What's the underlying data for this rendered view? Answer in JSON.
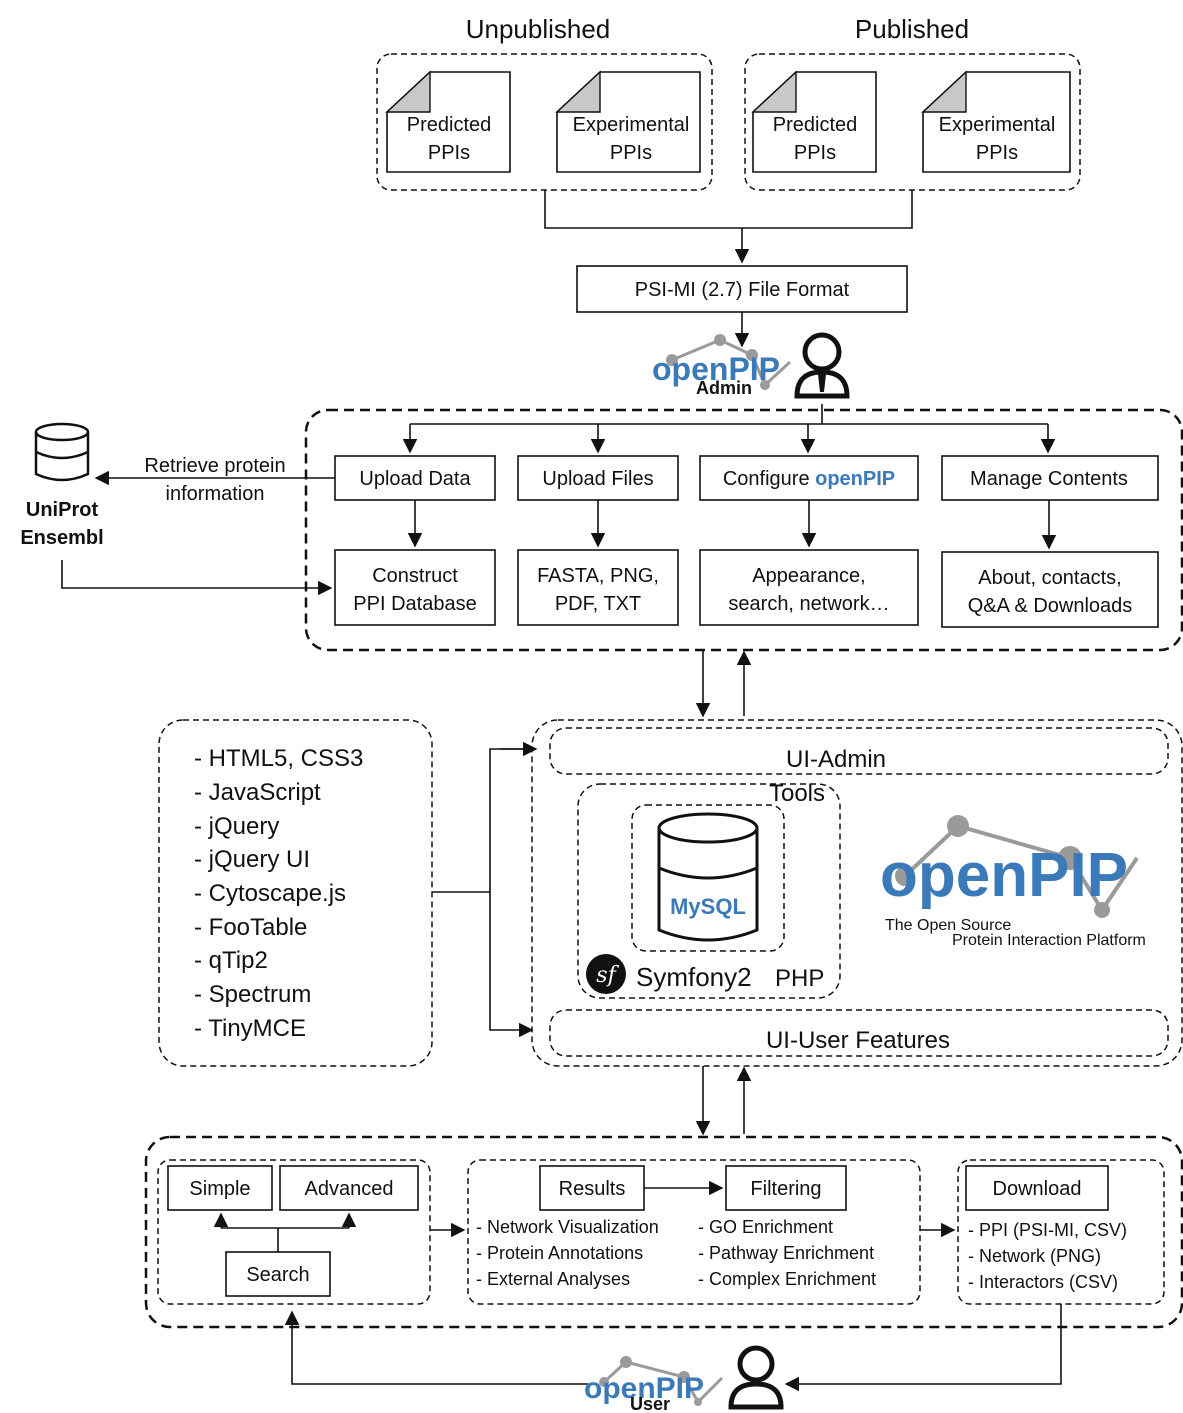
{
  "sources": {
    "unpublished_title": "Unpublished",
    "published_title": "Published",
    "docs": [
      {
        "line1": "Predicted",
        "line2": "PPIs"
      },
      {
        "line1": "Experimental",
        "line2": "PPIs"
      },
      {
        "line1": "Predicted",
        "line2": "PPIs"
      },
      {
        "line1": "Experimental",
        "line2": "PPIs"
      }
    ]
  },
  "format_box": "PSI-MI (2.7) File Format",
  "admin_logo": {
    "wordmark": "openPIP",
    "role": "Admin"
  },
  "external_db": {
    "retrieve_line1": "Retrieve protein",
    "retrieve_line2": "information",
    "name1": "UniProt",
    "name2": "Ensembl"
  },
  "admin_actions": [
    {
      "top": "Upload Data",
      "bottom1": "Construct",
      "bottom2": "PPI Database"
    },
    {
      "top": "Upload Files",
      "bottom1": "FASTA, PNG,",
      "bottom2": "PDF, TXT"
    },
    {
      "top_prefix": "Configure ",
      "top_brand": "openPIP",
      "bottom1": "Appearance,",
      "bottom2": "search, network…"
    },
    {
      "top": "Manage Contents",
      "bottom1": "About, contacts,",
      "bottom2": "Q&A & Downloads"
    }
  ],
  "tech_list": [
    "- HTML5, CSS3",
    "- JavaScript",
    "- jQuery",
    "- jQuery UI",
    "- Cytoscape.js",
    "- FooTable",
    "- qTip2",
    "- Spectrum",
    "- TinyMCE"
  ],
  "platform": {
    "ui_admin": "UI-Admin",
    "tools": "Tools",
    "mysql_label": "MySQL",
    "symfony": "Symfony2",
    "php": "PHP",
    "ui_user": "UI-User Features",
    "logo_wordmark": "openPIP",
    "logo_tagline1": "The Open Source",
    "logo_tagline2": "Protein Interaction Platform"
  },
  "user_section": {
    "simple": "Simple",
    "advanced": "Advanced",
    "search": "Search",
    "results": "Results",
    "filtering": "Filtering",
    "results_items": [
      "- Network Visualization",
      "- Protein Annotations",
      "- External Analyses"
    ],
    "filtering_items": [
      "- GO Enrichment",
      "- Pathway Enrichment",
      "- Complex Enrichment"
    ],
    "download": "Download",
    "download_items": [
      "- PPI (PSI-MI, CSV)",
      "- Network (PNG)",
      "- Interactors (CSV)"
    ]
  },
  "user_logo": {
    "wordmark": "openPIP",
    "role": "User"
  },
  "colors": {
    "brand_blue": "#3b7ab8",
    "node_gray": "#9a9a9a",
    "line": "#111111"
  }
}
